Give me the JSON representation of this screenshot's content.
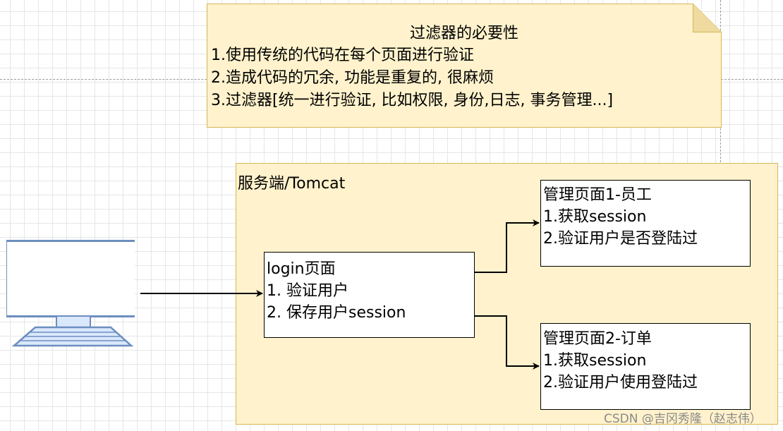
{
  "note": {
    "title": "过滤器的必要性",
    "lines": [
      "1.使用传统的代码在每个页面进行验证",
      "2.造成代码的冗余, 功能是重复的, 很麻烦",
      "3.过滤器[统一进行验证, 比如权限, 身份,日志, 事务管理...]"
    ]
  },
  "server": {
    "label": "服务端/Tomcat"
  },
  "login": {
    "lines": [
      "login页面",
      "1. 验证用户",
      "2. 保存用户session"
    ]
  },
  "page_employee": {
    "lines": [
      "管理页面1-员工",
      "1.获取session",
      "2.验证用户是否登陆过"
    ]
  },
  "page_order": {
    "lines": [
      "管理页面2-订单",
      "1.获取session",
      "2.验证用户使用登陆过"
    ]
  },
  "watermark": "CSDN @吉冈秀隆（赵志伟）",
  "colors": {
    "note_fill": "#fff2cc",
    "note_border": "#d6b656",
    "computer_stroke": "#6c8ebf",
    "computer_screen": "#ffffff",
    "computer_body": "#dae8fc"
  },
  "icons": {
    "client": "desktop-computer-icon"
  }
}
